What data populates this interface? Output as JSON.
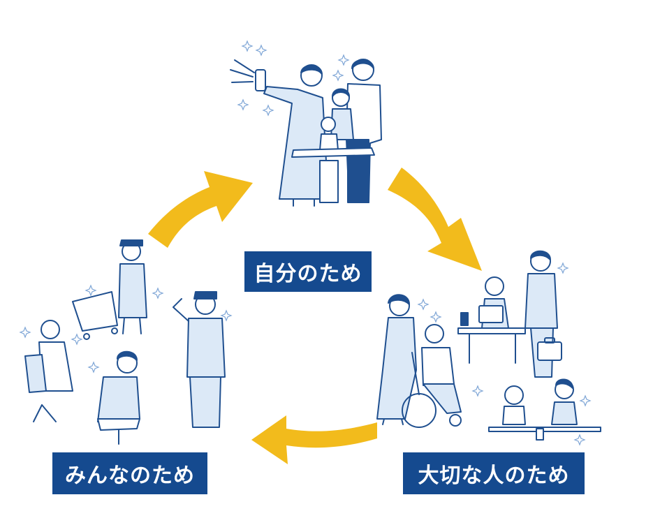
{
  "labels": {
    "self": "自分のため",
    "everyone": "みんなのため",
    "important_person": "大切な人のため"
  },
  "colors": {
    "arrow": "#f2bb1c",
    "label_bg": "#154a8f",
    "label_text": "#ffffff",
    "line": "#1f4f8f",
    "fill": "#dce9f7"
  },
  "icons": [
    "sparkle-icon",
    "spray-bottle-icon",
    "wheelchair-icon",
    "briefcase-icon",
    "laptop-icon",
    "shopping-cart-icon"
  ]
}
